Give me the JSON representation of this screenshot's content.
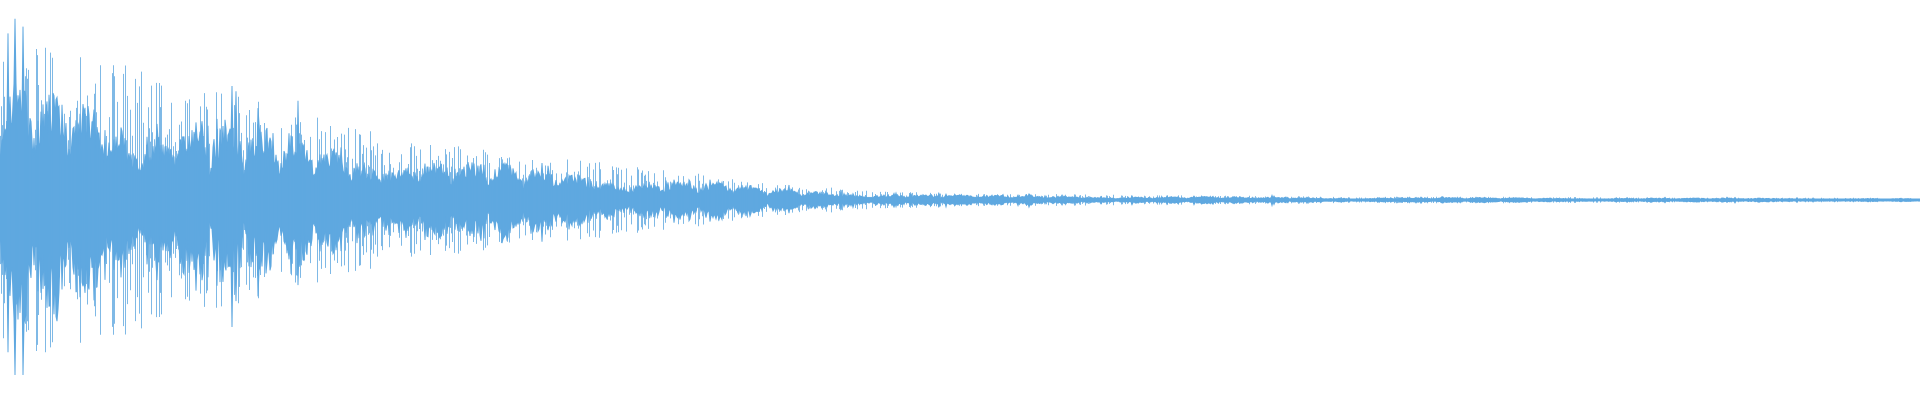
{
  "waveform": {
    "color": "#5fa8e0",
    "background": "#ffffff",
    "envelope": [
      [
        0.0,
        0.95
      ],
      [
        0.05,
        0.85
      ],
      [
        0.1,
        0.7
      ],
      [
        0.15,
        0.55
      ],
      [
        0.2,
        0.4
      ],
      [
        0.25,
        0.3
      ],
      [
        0.3,
        0.24
      ],
      [
        0.35,
        0.18
      ],
      [
        0.4,
        0.1
      ],
      [
        0.45,
        0.06
      ],
      [
        0.5,
        0.04
      ],
      [
        0.55,
        0.035
      ],
      [
        0.6,
        0.03
      ],
      [
        0.65,
        0.025
      ],
      [
        0.7,
        0.02
      ],
      [
        0.75,
        0.02
      ],
      [
        0.8,
        0.018
      ],
      [
        0.85,
        0.016
      ],
      [
        0.9,
        0.015
      ],
      [
        0.95,
        0.014
      ],
      [
        1.0,
        0.012
      ]
    ]
  }
}
